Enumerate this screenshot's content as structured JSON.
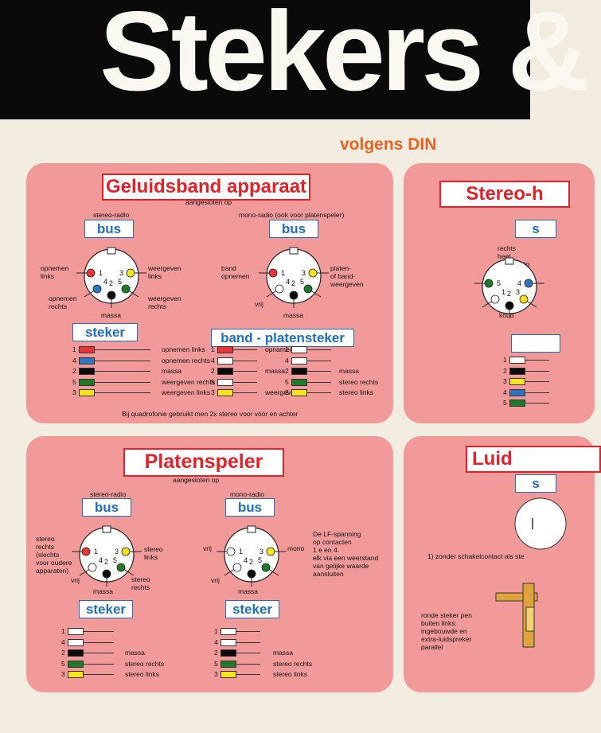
{
  "header": {
    "title": "Stekers &"
  },
  "subtitle": "volgens DIN",
  "colors": {
    "red": "#e8353a",
    "blue": "#2f76c0",
    "black": "#0b0b0b",
    "green": "#1f7a2a",
    "yellow": "#f7e31c",
    "white": "#ffffff"
  },
  "panel1": {
    "title": "Geluidsband apparaat",
    "connected": "aangesloten op",
    "left": {
      "source": "stereo-radio",
      "bus": "bus",
      "labels": {
        "top_left": "opnemen\nlinks",
        "bottom_left": "opnemen\nrechts",
        "top_right": "weergeven\nlinks",
        "bottom_right": "weergeven\nrechts",
        "bottom": "massa"
      },
      "pins": [
        "1",
        "3",
        "4",
        "2",
        "5"
      ]
    },
    "right": {
      "source": "mono-radio (ook voor platenspeler)",
      "bus": "bus",
      "labels": {
        "left": "band\nopnemen",
        "right": "platen-\nof band-\nweergeven",
        "free": "vrij",
        "bottom": "massa"
      },
      "pins": [
        "1",
        "3",
        "4",
        "2",
        "5"
      ]
    },
    "steker": {
      "label": "steker",
      "rows": [
        {
          "num": "1",
          "color": "red",
          "label": "opnemen links"
        },
        {
          "num": "4",
          "color": "blue",
          "label": "opnemen rechts"
        },
        {
          "num": "2",
          "color": "black",
          "label": "massa"
        },
        {
          "num": "5",
          "color": "green",
          "label": "weergeven rechts"
        },
        {
          "num": "3",
          "color": "yellow",
          "label": "weergeven links"
        }
      ]
    },
    "band": {
      "label": "band - platensteker",
      "left_rows": [
        {
          "num": "1",
          "color": "red",
          "label": "opnamen"
        },
        {
          "num": "4",
          "color": "white",
          "label": ""
        },
        {
          "num": "2",
          "color": "black",
          "label": "massa"
        },
        {
          "num": "5",
          "color": "white",
          "label": ""
        },
        {
          "num": "3",
          "color": "yellow",
          "label": "weergeven"
        }
      ],
      "right_rows": [
        {
          "num": "1",
          "color": "white",
          "label": ""
        },
        {
          "num": "4",
          "color": "white",
          "label": ""
        },
        {
          "num": "2",
          "color": "black",
          "label": "massa"
        },
        {
          "num": "5",
          "color": "green",
          "label": "stereo rechts"
        },
        {
          "num": "3",
          "color": "yellow",
          "label": "stereo links"
        }
      ]
    },
    "note": "Bij quadrofonie gebruikt men 2x stereo voor vóór en achter"
  },
  "panel2": {
    "title": "Stereo-h",
    "bus": "s",
    "labels": {
      "rechts_heet": "rechts\nheet",
      "links": "lin",
      "links_koud": "links\nkoud",
      "rechts": "recht"
    },
    "pins": [
      "5",
      "4",
      "1",
      "2",
      "3"
    ],
    "rows": [
      {
        "num": "1",
        "color": "white"
      },
      {
        "num": "2",
        "color": "black"
      },
      {
        "num": "3",
        "color": "yellow"
      },
      {
        "num": "4",
        "color": "blue"
      },
      {
        "num": "5",
        "color": "green"
      }
    ]
  },
  "panel3": {
    "title": "Platenspeler",
    "connected": "aangesloten op",
    "left": {
      "source": "stereo-radio",
      "bus": "bus",
      "labels": {
        "left": "stereo\nrechts\n(slechts\nvoor oudere\napparaten)",
        "top_right": "stereo\nlinks",
        "bottom_right": "stereo\nrechts",
        "free": "vrij",
        "bottom": "massa"
      },
      "pins": [
        "1",
        "3",
        "4",
        "2",
        "5"
      ]
    },
    "right": {
      "source": "mono-radio",
      "bus": "bus",
      "labels": {
        "left": "vrij",
        "right": "mono",
        "free": "vrij",
        "bottom": "massa"
      },
      "pins": [
        "1",
        "3",
        "4",
        "2",
        "5"
      ]
    },
    "note": "De LF-spanning\nop contacten\n1 e en 4.\nelk via een weerstand\nvan gelijke waarde\naansluiten",
    "steker_left": {
      "label": "steker",
      "rows": [
        {
          "num": "1",
          "color": "white",
          "label": ""
        },
        {
          "num": "4",
          "color": "white",
          "label": ""
        },
        {
          "num": "2",
          "color": "black",
          "label": "massa"
        },
        {
          "num": "5",
          "color": "green",
          "label": "stereo rechts"
        },
        {
          "num": "3",
          "color": "yellow",
          "label": "stereo links"
        }
      ]
    },
    "steker_right": {
      "label": "steker",
      "rows": [
        {
          "num": "1",
          "color": "white",
          "label": ""
        },
        {
          "num": "4",
          "color": "white",
          "label": ""
        },
        {
          "num": "2",
          "color": "black",
          "label": "massa"
        },
        {
          "num": "5",
          "color": "green",
          "label": "stereo rechts"
        },
        {
          "num": "3",
          "color": "yellow",
          "label": "stereo links"
        }
      ]
    }
  },
  "panel4": {
    "title": "Luid",
    "bus": "s",
    "footnote": "1) zonder schakelcontact als ste",
    "note": "ronde steker pen\nbuiten links:\ningebouwde en\nextra-luidspreker\nparallel"
  }
}
